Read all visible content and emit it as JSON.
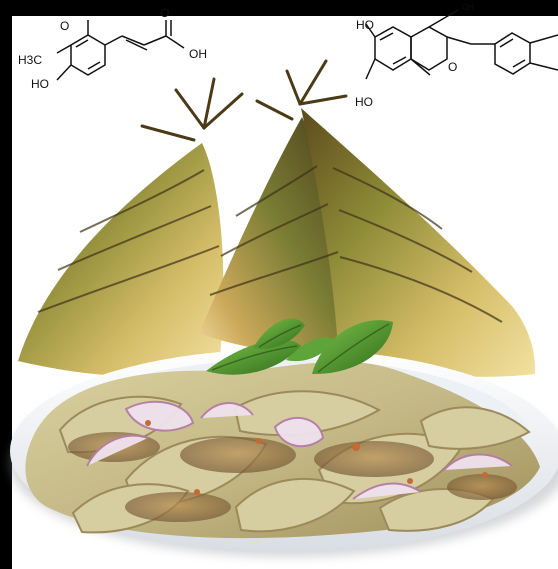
{
  "scene": {
    "background_color": "#000000",
    "plate_color": "#f3f6fb",
    "bamboo_shoot_count": 3,
    "garnish_leaf_color": "#4f9a2c",
    "onion_slice_color": "#e7d7e5"
  },
  "chemical_structures": {
    "ferulic_acid": {
      "methoxy_label": "H3C",
      "methoxy_o_label": "O",
      "hydroxy_label": "HO",
      "carbonyl_o_label": "O",
      "acid_oh_label": "OH"
    },
    "catechin": {
      "top_ho_label": "HO",
      "bottom_ho_label": "HO",
      "ring_o_label": "O",
      "side_oh_label": "OH"
    }
  }
}
